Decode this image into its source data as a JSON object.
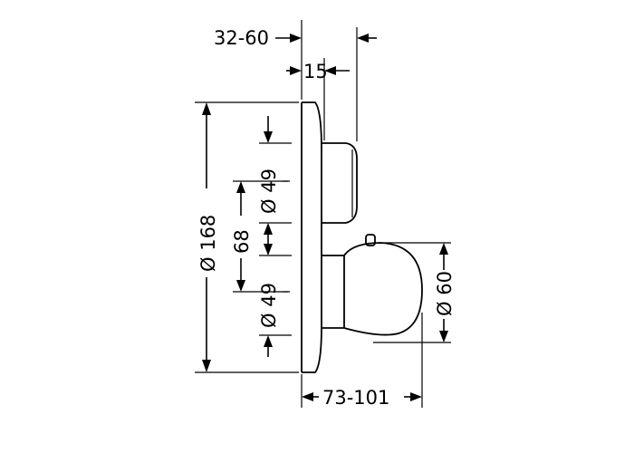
{
  "drawing": {
    "dimensions": {
      "depth_range": "32-60",
      "plate_offset": "15",
      "plate_diameter": "Ø 168",
      "center_spacing": "68",
      "upper_knob_diameter": "Ø 49",
      "lower_knob_diameter": "Ø 49",
      "handle_diameter": "Ø 60",
      "projection_range": "73-101"
    },
    "colors": {
      "line": "#000000",
      "background": "#ffffff"
    }
  }
}
